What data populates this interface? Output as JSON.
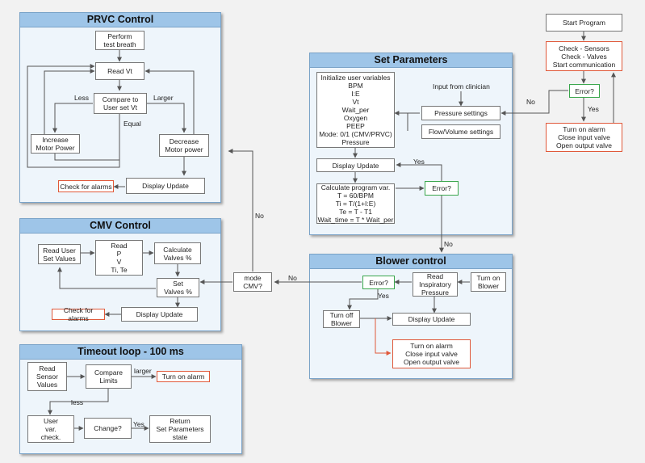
{
  "panels": {
    "prvc": {
      "title": "PRVC Control",
      "test_breath": "Perform\ntest breath",
      "read_vt": "Read Vt",
      "compare": "Compare to\nUser set Vt",
      "increase": "Increase\nMotor Power",
      "decrease": "Decrease\nMotor power",
      "display": "Display Update",
      "alarms": "Check for alarms",
      "lbl_less": "Less",
      "lbl_larger": "Larger",
      "lbl_equal": "Equal"
    },
    "cmv": {
      "title": "CMV Control",
      "read_user": "Read User\nSet Values",
      "read_pvt": "Read\nP\nV\nTi, Te",
      "calc_valves": "Calculate\nValves %",
      "set_valves": "Set\nValves %",
      "display": "Display Update",
      "alarms": "Check for alarms"
    },
    "timeout": {
      "title": "Timeout loop - 100 ms",
      "read_sensor": "Read\nSensor\nValues",
      "compare": "Compare\nLimits",
      "alarm": "Turn on alarm",
      "user_check": "User\nvar.\ncheck.",
      "change": "Change?",
      "return_state": "Return\nSet Parameters\nstate",
      "lbl_larger": "larger",
      "lbl_less": "less",
      "lbl_yes": "Yes"
    },
    "setparams": {
      "title": "Set Parameters",
      "init": "Initialize user variables\nBPM\nI:E\nVt\nWait_per\nOxygen\nPEEP\nMode: 0/1 (CMV/PRVC)\nPressure",
      "input_label": "Input from clinician",
      "pressure_settings": "Pressure settings",
      "flow_settings": "Flow/Volume settings",
      "display": "Display Update",
      "calc": "Calculate program var.\nT = 60/BPM\nTi = T/(1+I:E)\nTe = T - T1\nWait_time = T * Wait_per",
      "error": "Error?",
      "lbl_yes": "Yes"
    },
    "blower": {
      "title": "Blower control",
      "turn_on": "Turn on\nBlower",
      "read_insp": "Read\nInspiratory\nPressure",
      "error": "Error?",
      "turn_off": "Turn off\nBlower",
      "display": "Display Update",
      "alarm": "Turn on alarm\nClose input valve\nOpen output valve",
      "lbl_yes": "Yes"
    }
  },
  "outside": {
    "start": "Start Program",
    "checks": "Check - Sensors\nCheck - Valves\nStart communication",
    "error": "Error?",
    "alarm": "Turn on alarm\nClose input valve\nOpen output valve",
    "mode": "mode\nCMV?",
    "lbl_no_error": "No",
    "lbl_yes_error": "Yes",
    "lbl_no_sp": "No",
    "lbl_no_mode": "No",
    "lbl_no_blower": "No"
  }
}
